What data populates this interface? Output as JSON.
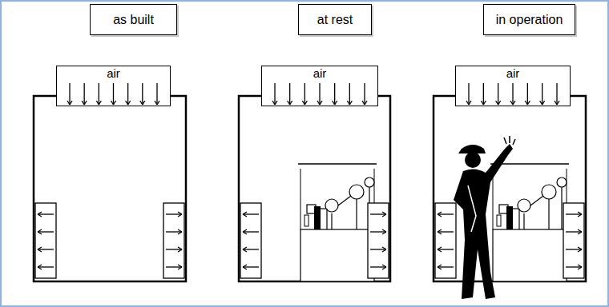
{
  "diagram": {
    "nodes": [
      {
        "text": [
          "as built"
        ]
      },
      {
        "text": [
          "at rest"
        ]
      },
      {
        "text": [
          "in operation"
        ]
      },
      {
        "text": [
          "air"
        ]
      },
      {
        "text": [
          "air"
        ]
      },
      {
        "text": [
          "air"
        ]
      }
    ]
  }
}
